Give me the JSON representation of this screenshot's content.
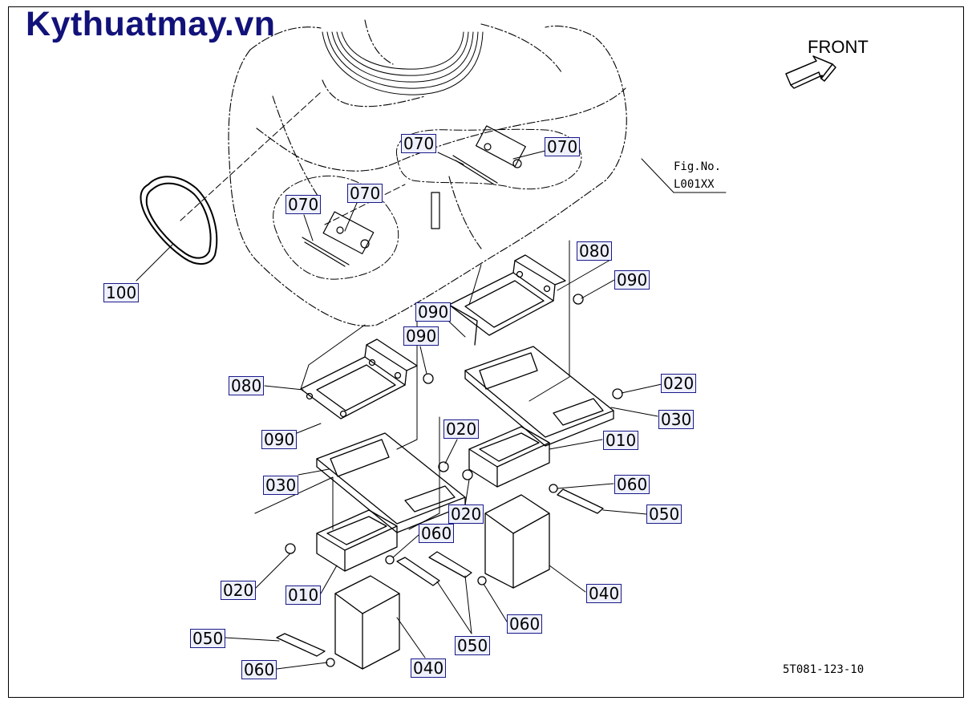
{
  "header": {
    "site_name": "Kythuatmay.vn"
  },
  "orientation": {
    "front_label": "FRONT"
  },
  "figure": {
    "fig_no_label": "Fig.No.",
    "fig_no_value": "L001XX",
    "drawing_number": "5T081-123-10"
  },
  "callouts": [
    {
      "id": "c070a",
      "label": "070"
    },
    {
      "id": "c070b",
      "label": "070"
    },
    {
      "id": "c070c",
      "label": "070"
    },
    {
      "id": "c070d",
      "label": "070"
    },
    {
      "id": "c100",
      "label": "100"
    },
    {
      "id": "c080a",
      "label": "080"
    },
    {
      "id": "c090a",
      "label": "090"
    },
    {
      "id": "c090b",
      "label": "090"
    },
    {
      "id": "c090c",
      "label": "090"
    },
    {
      "id": "c080b",
      "label": "080"
    },
    {
      "id": "c090d",
      "label": "090"
    },
    {
      "id": "c020a",
      "label": "020"
    },
    {
      "id": "c030a",
      "label": "030"
    },
    {
      "id": "c020b",
      "label": "020"
    },
    {
      "id": "c010a",
      "label": "010"
    },
    {
      "id": "c030b",
      "label": "030"
    },
    {
      "id": "c060a",
      "label": "060"
    },
    {
      "id": "c020c",
      "label": "020"
    },
    {
      "id": "c050a",
      "label": "050"
    },
    {
      "id": "c060b",
      "label": "060"
    },
    {
      "id": "c040a",
      "label": "040"
    },
    {
      "id": "c020d",
      "label": "020"
    },
    {
      "id": "c010b",
      "label": "010"
    },
    {
      "id": "c060c",
      "label": "060"
    },
    {
      "id": "c050b",
      "label": "050"
    },
    {
      "id": "c050c",
      "label": "050"
    },
    {
      "id": "c060d",
      "label": "060"
    },
    {
      "id": "c040b",
      "label": "040"
    }
  ]
}
